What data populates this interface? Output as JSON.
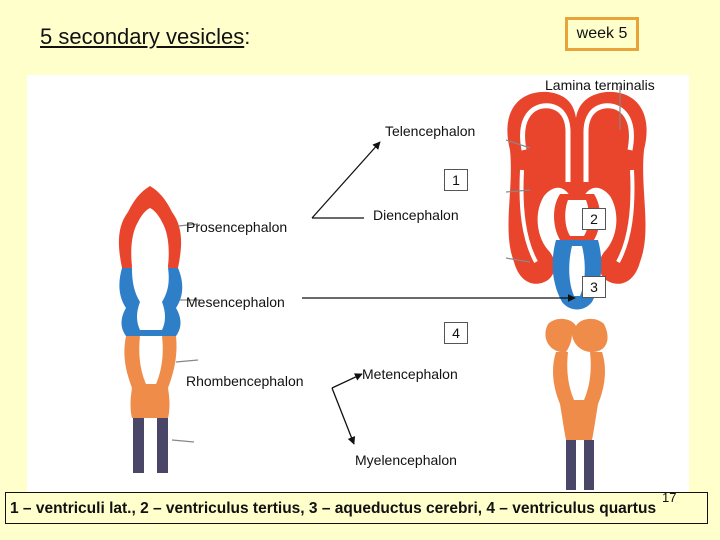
{
  "title": {
    "main": "5 secondary vesicles",
    "colon": ":"
  },
  "week_label": "week 5",
  "labels": {
    "lamina_terminalis": "Lamina terminalis",
    "telencephalon": "Telencephalon",
    "prosencephalon": "Prosencephalon",
    "diencephalon": "Diencephalon",
    "mesencephalon": "Mesencephalon",
    "rhombencephalon": "Rhombencephalon",
    "metencephalon": "Metencephalon",
    "myelencephalon": "Myelencephalon"
  },
  "numbers": {
    "n1": "1",
    "n2": "2",
    "n3": "3",
    "n4": "4"
  },
  "caption": "1 – ventriculi lat., 2 – ventriculus tertius, 3 – aqueductus cerebri, 4 – ventriculus quartus",
  "slide_number": "17",
  "colors": {
    "background": "#ffffcc",
    "red_vesicle": "#e8452c",
    "blue_vesicle": "#2f7fc8",
    "orange_vesicle": "#ef8c4a",
    "dark_vesicle": "#4a4668",
    "box_border": "#e8a33a"
  }
}
